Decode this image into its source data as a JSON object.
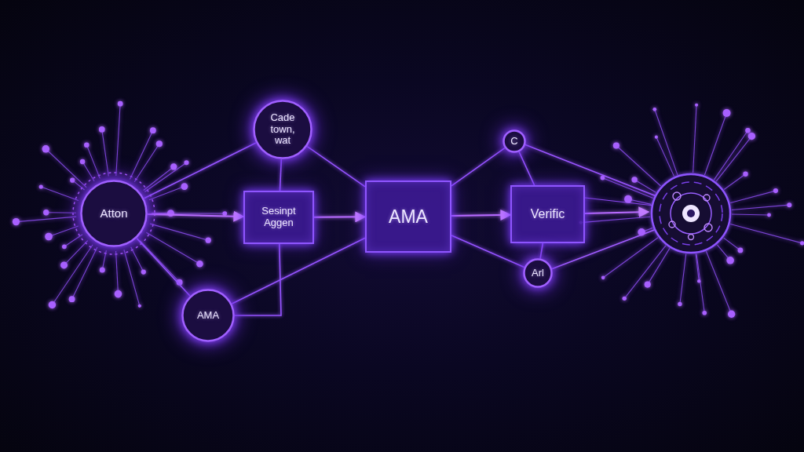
{
  "diagram": {
    "nodes": [
      {
        "text": [
          "Atton"
        ]
      },
      {
        "text": [
          "Cade town, wat"
        ]
      },
      {
        "text": [
          "Sesinpt Aggen"
        ]
      },
      {
        "text": [
          "AMA"
        ]
      },
      {
        "text": [
          "AMA"
        ]
      },
      {
        "text": [
          "C"
        ]
      },
      {
        "text": [
          "Verific"
        ]
      },
      {
        "text": [
          "Arl"
        ]
      }
    ],
    "edges": [
      {
        "from": 0,
        "to": 2,
        "arrow": "to"
      },
      {
        "from": 0,
        "to": 1,
        "arrow": "none"
      },
      {
        "from": 1,
        "to": 2,
        "arrow": "none"
      },
      {
        "from": 1,
        "to": 4,
        "arrow": "none"
      },
      {
        "from": 2,
        "to": 4,
        "arrow": "to"
      },
      {
        "from": 3,
        "to": 2,
        "arrow": "none"
      },
      {
        "from": 3,
        "to": 4,
        "arrow": "none"
      },
      {
        "from": 0,
        "to": 3,
        "arrow": "none"
      },
      {
        "from": 4,
        "to": 6,
        "arrow": "to"
      },
      {
        "from": 4,
        "to": 5,
        "arrow": "none"
      },
      {
        "from": 5,
        "to": 6,
        "arrow": "none"
      },
      {
        "from": 4,
        "to": 7,
        "arrow": "none"
      },
      {
        "from": 7,
        "to": 6,
        "arrow": "none"
      }
    ]
  }
}
